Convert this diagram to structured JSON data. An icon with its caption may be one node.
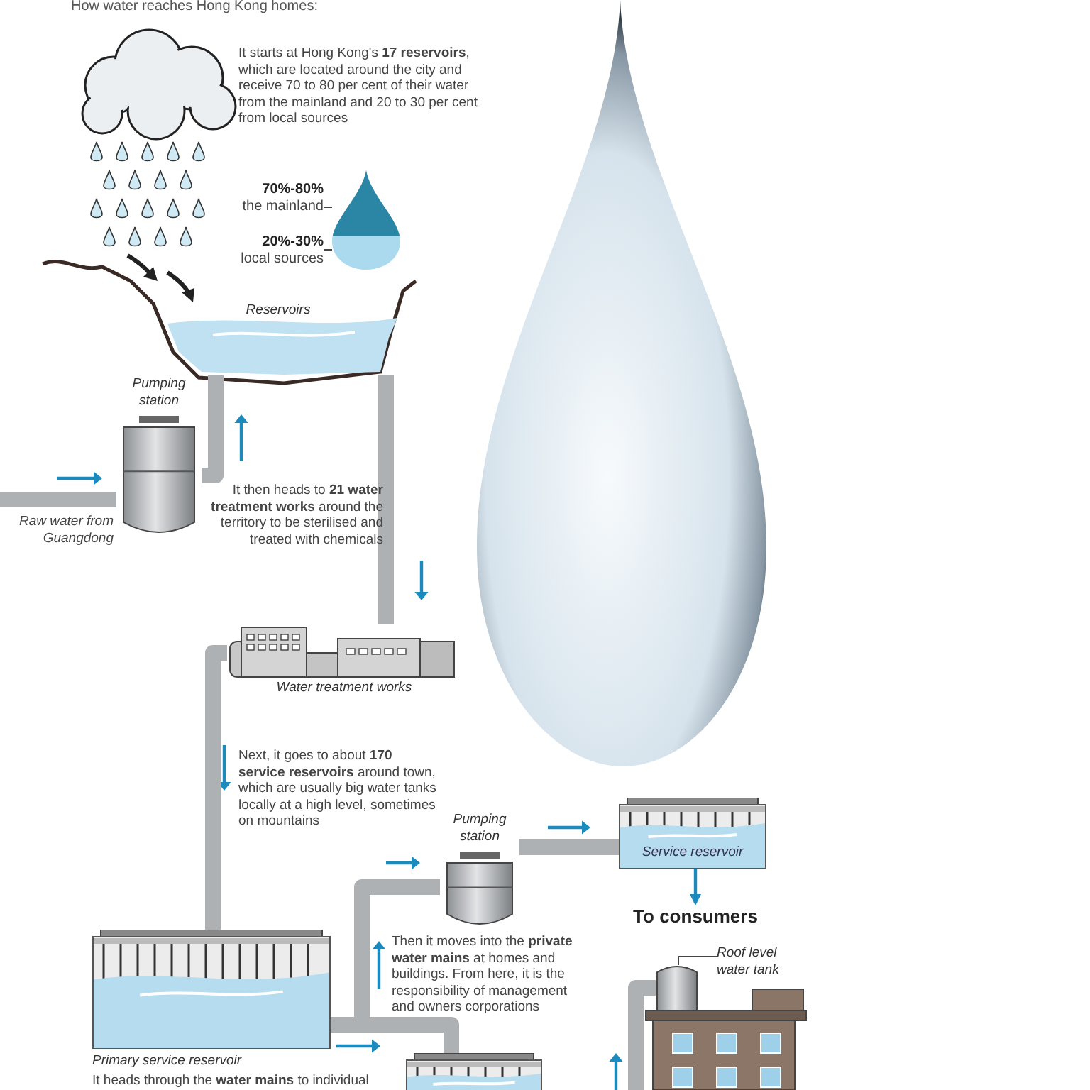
{
  "diagram": {
    "title": "How water reaches Hong Kong homes:",
    "nodes": [
      {
        "text": [
          "70%-80%",
          "the mainland"
        ]
      },
      {
        "text": [
          "20%-30%",
          "local sources"
        ]
      },
      {
        "text": [],
        "shape": "drop"
      },
      {
        "text": [
          "Reservoirs"
        ]
      },
      {
        "text": [
          "Pumping station"
        ]
      },
      {
        "text": [
          "Water treatment works"
        ]
      },
      {
        "text": [
          "Primary service reservoir"
        ]
      },
      {
        "text": [
          "Pumping station"
        ]
      },
      {
        "text": [
          "Service reservoir"
        ]
      },
      {
        "text": [
          "To consumers"
        ]
      },
      {
        "text": [],
        "shape": "box"
      },
      {
        "text": [
          "Roof level water tank"
        ]
      },
      {
        "text": [],
        "shape": "cylinder"
      }
    ],
    "edges": [
      {
        "from": 0,
        "to": 2,
        "arrow": "none",
        "color": "#444444"
      },
      {
        "from": 1,
        "to": 2,
        "arrow": "none",
        "color": "#444444"
      },
      {
        "from": null,
        "to": 4,
        "arrow": "none"
      },
      {
        "from": 4,
        "to": 3,
        "arrow": "none"
      },
      {
        "from": 3,
        "to": 5,
        "arrow": "none"
      },
      {
        "from": 5,
        "to": 6,
        "arrow": "none"
      },
      {
        "from": 6,
        "to": 7,
        "arrow": "none"
      },
      {
        "from": 7,
        "to": 8,
        "arrow": "none"
      },
      {
        "from": 6,
        "to": 10,
        "arrow": "none"
      },
      {
        "from": null,
        "to": 12,
        "arrow": "none"
      },
      {
        "from": 8,
        "to": 9,
        "arrow": "to",
        "color": "#1b8bbd"
      },
      {
        "from": 11,
        "to": 12,
        "arrow": "none",
        "color": "#444444"
      }
    ],
    "labels": [
      "It starts at Hong Kong's **17 reservoirs**, which are located around the city and receive 70 to 80 per cent of their water from the mainland and 20 to 30 per cent from local sources",
      "Raw water from Guangdong",
      "It then heads to **21 water treatment works** around the territory to be sterilised and treated with chemicals",
      "Next, it goes to about **170 service reservoirs** around town, which are usually big water tanks locally at a high level, sometimes on mountains",
      "Then it moves into the **private water mains** at homes and buildings. From here, it is the responsibility of management and owners corporations",
      "It heads through the **water mains** to individual"
    ]
  }
}
